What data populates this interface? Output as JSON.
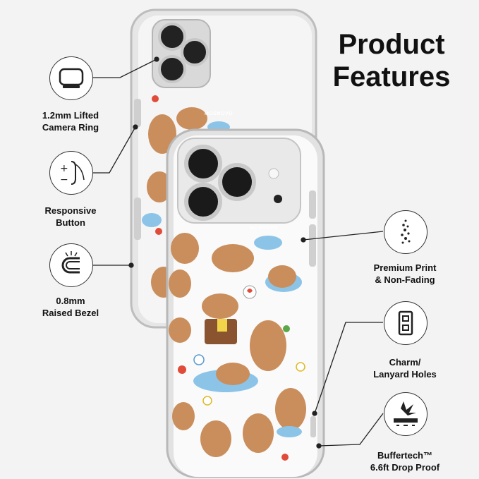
{
  "title_line1": "Product",
  "title_line2": "Features",
  "features_left": [
    {
      "name": "camera-ring",
      "line1": "1.2mm Lifted",
      "line2": "Camera Ring",
      "icon": "camera-ring-icon"
    },
    {
      "name": "responsive-button",
      "line1": "Responsive",
      "line2": "Button",
      "icon": "button-icon"
    },
    {
      "name": "raised-bezel",
      "line1": "0.8mm",
      "line2": "Raised Bezel",
      "icon": "bezel-icon"
    }
  ],
  "features_right": [
    {
      "name": "premium-print",
      "line1": "Premium Print",
      "line2": "& Non-Fading",
      "icon": "print-dots-icon"
    },
    {
      "name": "lanyard-holes",
      "line1": "Charm/",
      "line2": "Lanyard Holes",
      "icon": "lanyard-hole-icon"
    },
    {
      "name": "drop-proof",
      "line1": "Buffertech™",
      "line2": "6.6ft Drop Proof",
      "icon": "impact-icon"
    }
  ],
  "brand_mark": "MOSNOVO",
  "colors": {
    "background": "#f3f3f3",
    "capybara": "#c98e5c",
    "water": "#8cc4e8",
    "case_frame": "#dcdcdc"
  }
}
